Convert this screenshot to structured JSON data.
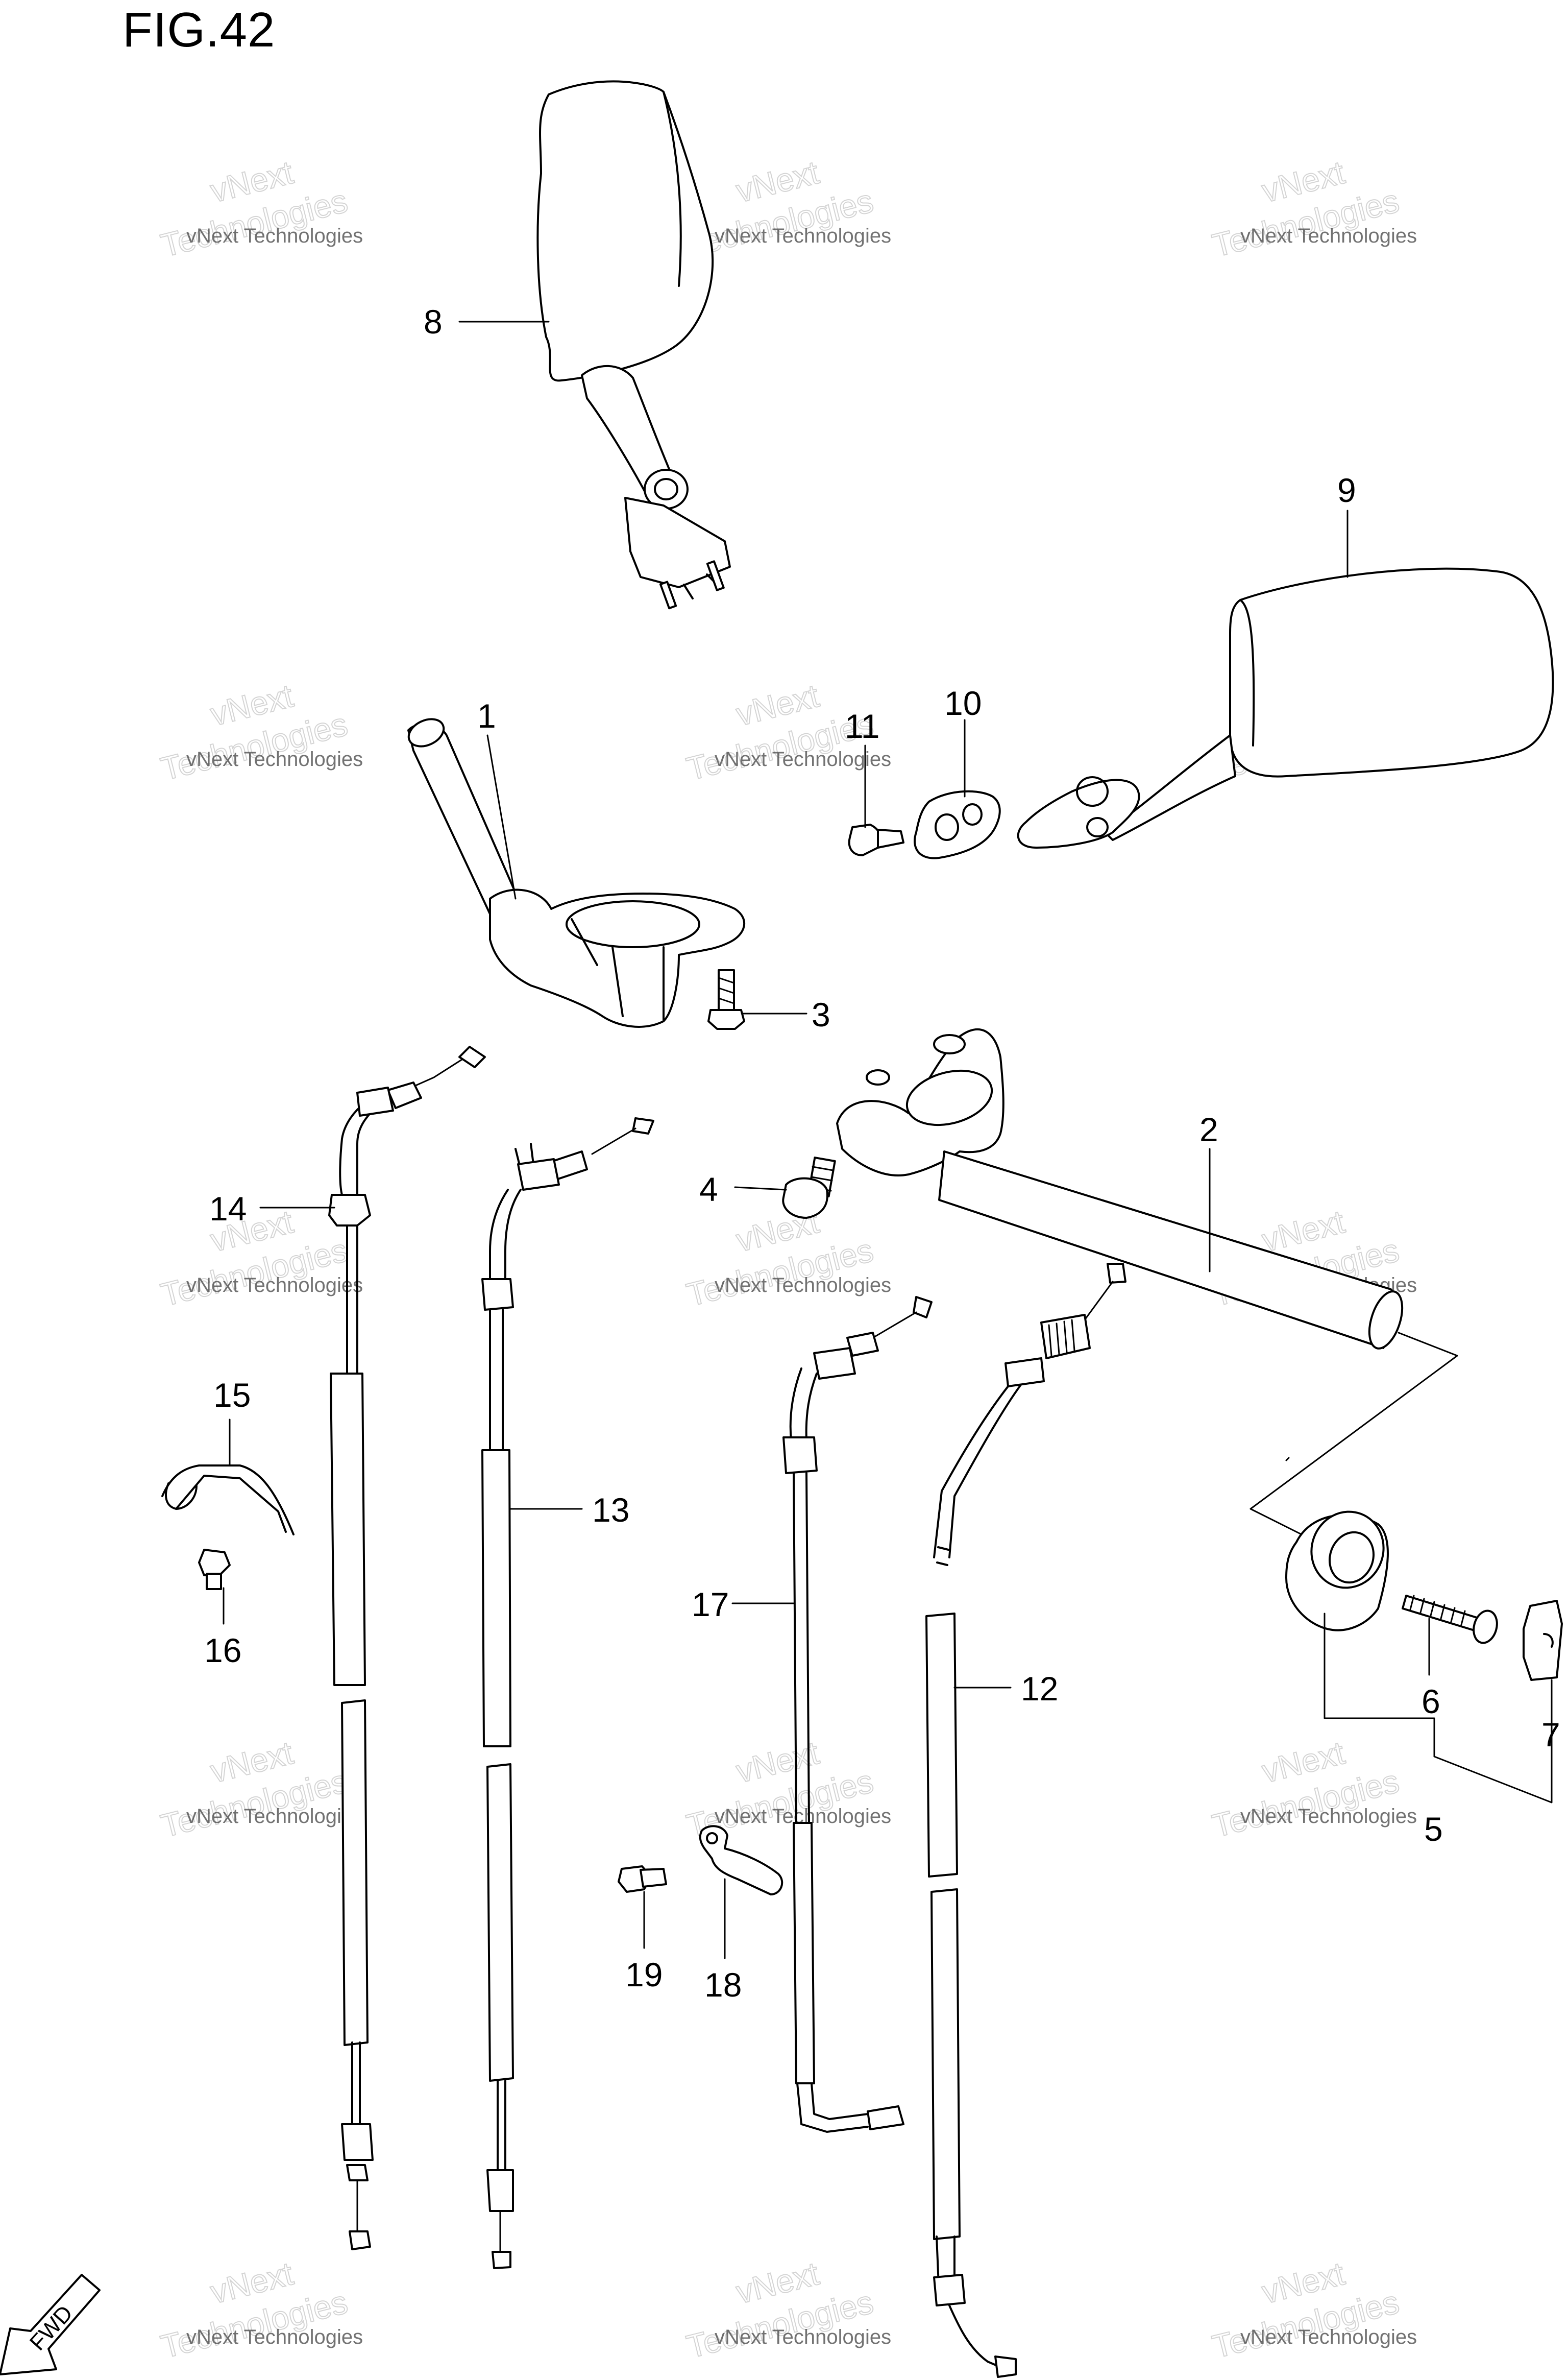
{
  "figure": {
    "title": "FIG.42"
  },
  "watermark": {
    "line1": "vNext Technologies",
    "line2": "vNext",
    "line3": "Technologies"
  },
  "callouts": [
    "1",
    "2",
    "3",
    "4",
    "5",
    "6",
    "7",
    "8",
    "9",
    "10",
    "11",
    "12",
    "13",
    "14",
    "15",
    "16",
    "17",
    "18",
    "19"
  ],
  "fwd_label": "FWD",
  "colors": {
    "ink": "#000000",
    "background": "#ffffff",
    "watermark": "#b8b8b8"
  }
}
